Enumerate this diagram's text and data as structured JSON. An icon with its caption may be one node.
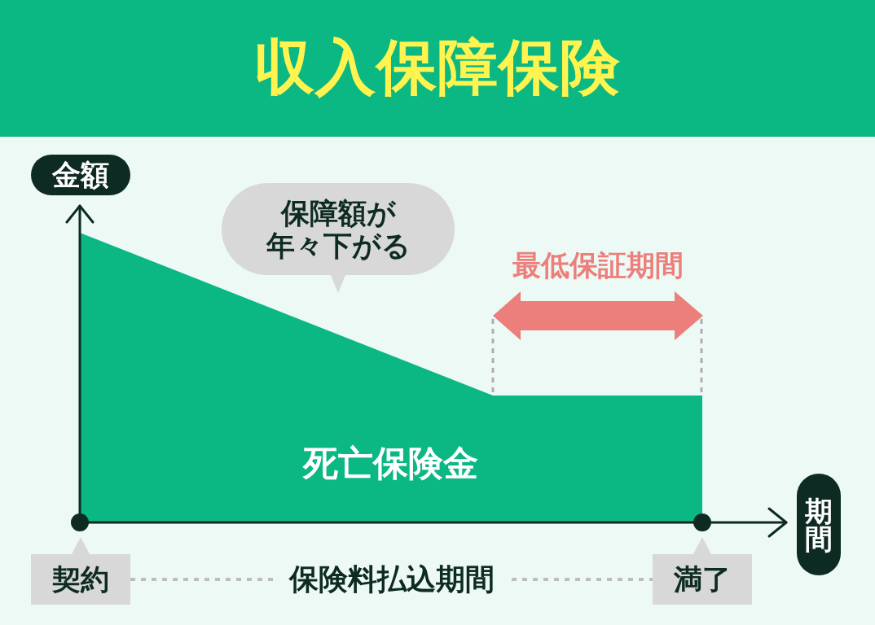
{
  "diagram": {
    "title": "収入保障保険",
    "nodes": [
      {
        "text": [
          "金額"
        ]
      },
      {
        "text": [
          "保障額が年々下がる"
        ]
      },
      {
        "text": [
          "死亡保険金"
        ]
      },
      {
        "text": [
          "期間"
        ]
      },
      {
        "text": [
          "契約"
        ]
      },
      {
        "text": [
          "満了"
        ]
      }
    ],
    "edges": [
      {
        "from": 4,
        "to": 5,
        "arrow": "none",
        "style": "dashed",
        "label": "保険料払込期間"
      }
    ],
    "labels": [
      "最低保証期間"
    ]
  }
}
